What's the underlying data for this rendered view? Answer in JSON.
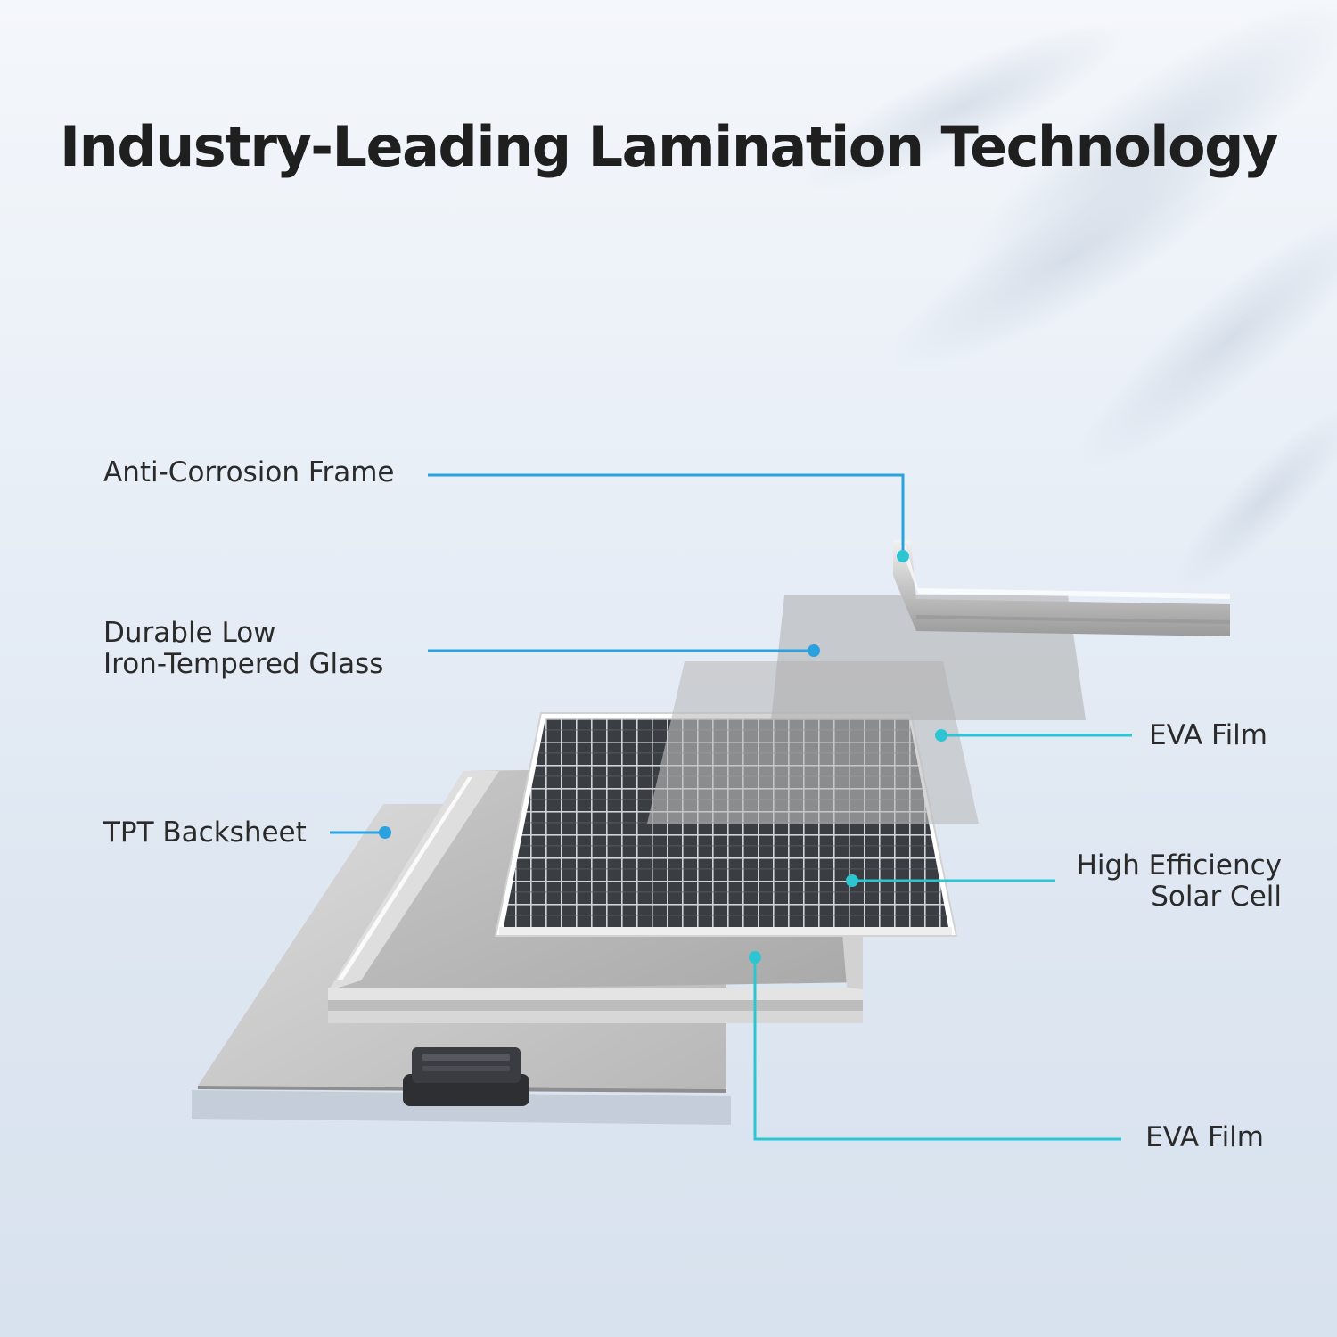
{
  "title": "Industry-Leading Lamination Technology",
  "colors": {
    "leader_blue": "#2aa2e0",
    "leader_cyan": "#2ec5d3"
  },
  "labels": {
    "frame": "Anti-Corrosion Frame",
    "glass": [
      "Durable Low",
      "Iron-Tempered Glass"
    ],
    "backsheet": "TPT Backsheet",
    "eva_top": "EVA Film",
    "cell": [
      "High Efficiency",
      "Solar Cell"
    ],
    "eva_bottom": "EVA Film"
  }
}
